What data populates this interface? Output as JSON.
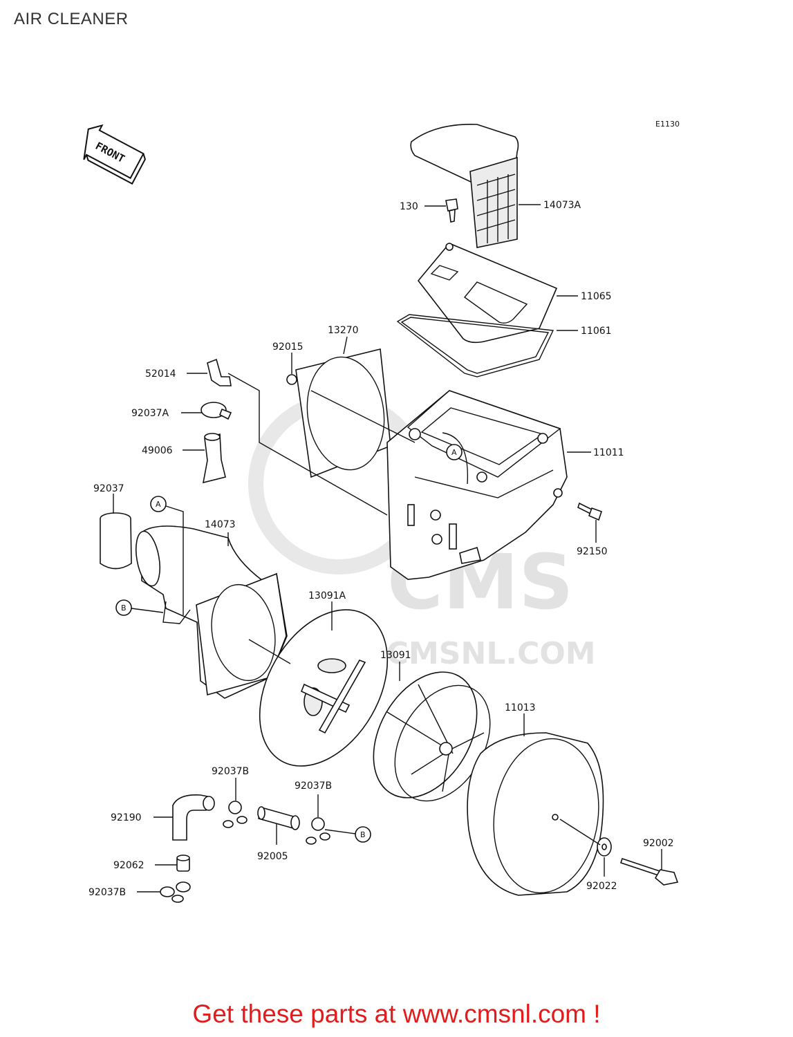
{
  "title": "AIR CLEANER",
  "figure_code": "E1130",
  "front_marker": "FRONT",
  "watermark": "CMS",
  "watermark_url": "WWW.CMSNL.COM",
  "callouts": {
    "c14073A": "14073A",
    "c130": "130",
    "c11065": "11065",
    "c11061": "11061",
    "c13270": "13270",
    "c92015": "92015",
    "c52014": "52014",
    "c92037A": "92037A",
    "c49006": "49006",
    "c11011": "11011",
    "c92150": "92150",
    "c92037": "92037",
    "c14073": "14073",
    "c13091A": "13091A",
    "c13091": "13091",
    "c11013": "11013",
    "c92037B_1": "92037B",
    "c92037B_2": "92037B",
    "c92190": "92190",
    "c92005": "92005",
    "c92062": "92062",
    "c92037B_3": "92037B",
    "c92002": "92002",
    "c92022": "92022"
  },
  "refs": {
    "a1": "A",
    "a2": "A",
    "b1": "B",
    "b2": "B"
  },
  "footer_text": "Get these parts at www.cmsnl.com !"
}
